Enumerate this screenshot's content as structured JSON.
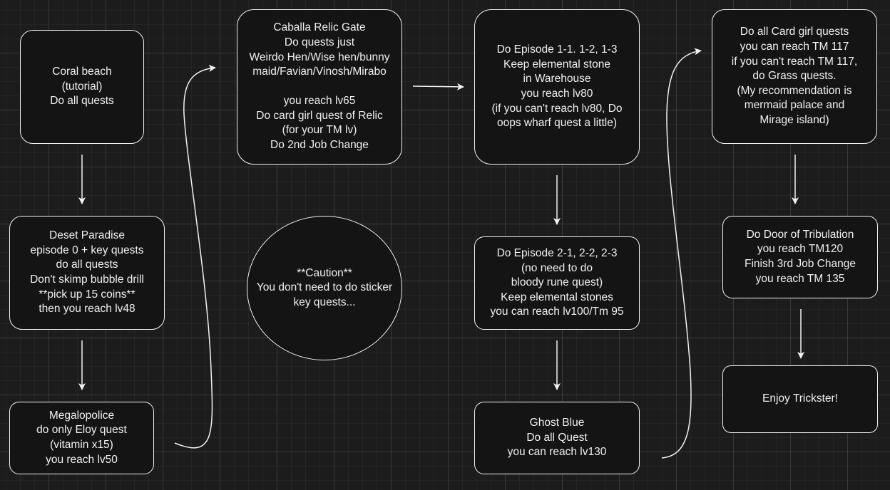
{
  "nodes": {
    "coral_beach": "Coral beach\n(tutorial)\nDo all quests",
    "deset_paradise": "Deset Paradise\nepisode 0 + key quests\ndo all quests\nDon't skimp bubble drill\n**pick up 15 coins**\nthen you reach lv48",
    "megalopolice": "Megalopolice\ndo only Eloy quest\n(vitamin x15)\nyou reach lv50",
    "caballa_relic_gate": "Caballa Relic Gate\nDo quests just\nWeirdo Hen/Wise hen/bunny\nmaid/Favian/Vinosh/Mirabo\n\nyou reach lv65\nDo card girl quest of Relic\n(for your TM lv)\nDo 2nd Job Change",
    "caution": "**Caution**\nYou don't need to do sticker\nkey quests...",
    "episode_1": "Do Episode 1-1. 1-2, 1-3\nKeep elemental stone\nin Warehouse\nyou reach lv80\n(if you can't reach lv80, Do\noops wharf quest a little)",
    "episode_2": "Do Episode 2-1, 2-2, 2-3\n(no need to do\nbloody rune quest)\nKeep elemental stones\nyou can reach lv100/Tm 95",
    "ghost_blue": "Ghost Blue\nDo all Quest\nyou can reach lv130",
    "card_girl": "Do all Card girl quests\nyou can reach TM 117\nif you can't reach TM 117,\ndo Grass quests.\n(My recommendation is\nmermaid palace and\nMirage island)",
    "door_of_tribulation": "Do Door of Tribulation\nyou reach TM120\nFinish 3rd Job Change\nyou reach TM 135",
    "enjoy_trickster": "Enjoy Trickster!"
  },
  "colors": {
    "background": "#1c1c1c",
    "node_fill": "#141414",
    "stroke": "#f2f2f2",
    "text": "#f0f0f0"
  }
}
